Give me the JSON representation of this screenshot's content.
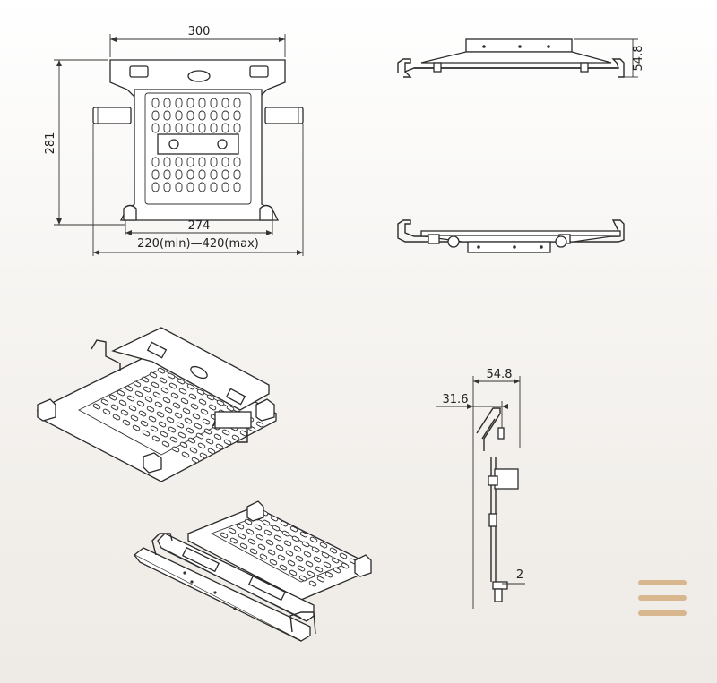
{
  "dimensions": {
    "top_width": "300",
    "height": "281",
    "bottom_width": "274",
    "range": "220(min)—420(max)",
    "side_height": "54.8",
    "profile_width": "54.8",
    "profile_offset": "31.6",
    "profile_small": "2"
  },
  "menu": {
    "icon": "hamburger-menu-icon",
    "color": "#d8b78e"
  }
}
